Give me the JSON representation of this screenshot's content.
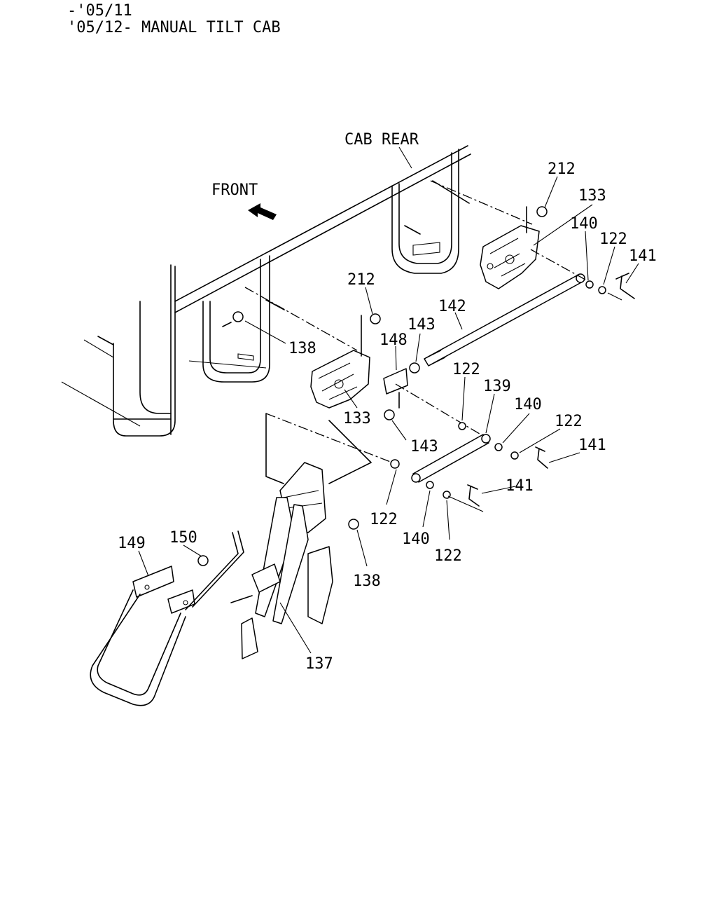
{
  "header": {
    "line1": "-'05/11",
    "line2": "'05/12- MANUAL TILT CAB"
  },
  "labels": {
    "cab_rear": "CAB REAR",
    "front": "FRONT"
  },
  "callouts": {
    "c212_top": "212",
    "c133_top": "133",
    "c140_top": "140",
    "c122_top": "122",
    "c141_top": "141",
    "c212_mid": "212",
    "c142": "142",
    "c143_top": "143",
    "c148": "148",
    "c138_top": "138",
    "c133_mid": "133",
    "c122_mid": "122",
    "c139": "139",
    "c140_mid": "140",
    "c122_mid_right": "122",
    "c141_mid": "141",
    "c143_bot": "143",
    "c122_low": "122",
    "c141_low": "141",
    "c140_low": "140",
    "c122_bottom": "122",
    "c149": "149",
    "c150": "150",
    "c138_bot": "138",
    "c137": "137"
  },
  "icons": {
    "front_arrow": "front-arrow-icon"
  }
}
